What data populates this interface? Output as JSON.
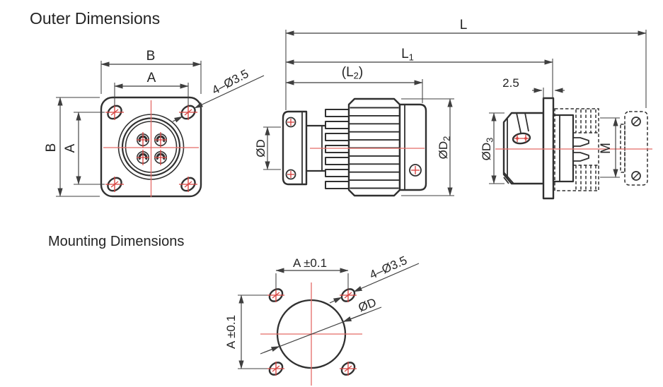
{
  "titles": {
    "outer": "Outer Dimensions",
    "mounting": "Mounting Dimensions"
  },
  "colors": {
    "outline": "#303030",
    "dim": "#3f3f3f",
    "accent_red": "#d84441",
    "centerline_red": "#e46a66",
    "text": "#242424",
    "background": "#ffffff"
  },
  "front_view": {
    "labels": {
      "width_top": "B",
      "spacing_top": "A",
      "height_left": "B",
      "spacing_left": "A",
      "holes": "4–Ø3.5"
    }
  },
  "side_view": {
    "labels": {
      "overall": "L",
      "l1_base": "L",
      "l1_sub": "1",
      "l2_pre": "(L",
      "l2_sub": "2",
      "l2_post": ")",
      "cable_dia": "ØD",
      "outer_dia_base": "ØD",
      "outer_dia_sub": "2"
    }
  },
  "panel_view": {
    "labels": {
      "flange_thickness": "2.5",
      "dia_base": "ØD",
      "dia_sub": "3",
      "thread": "M"
    }
  },
  "mounting_view": {
    "labels": {
      "spacing_h": "A ±0.1",
      "spacing_v": "A ±0.1",
      "holes": "4–Ø3.5",
      "dia": "ØD"
    }
  }
}
